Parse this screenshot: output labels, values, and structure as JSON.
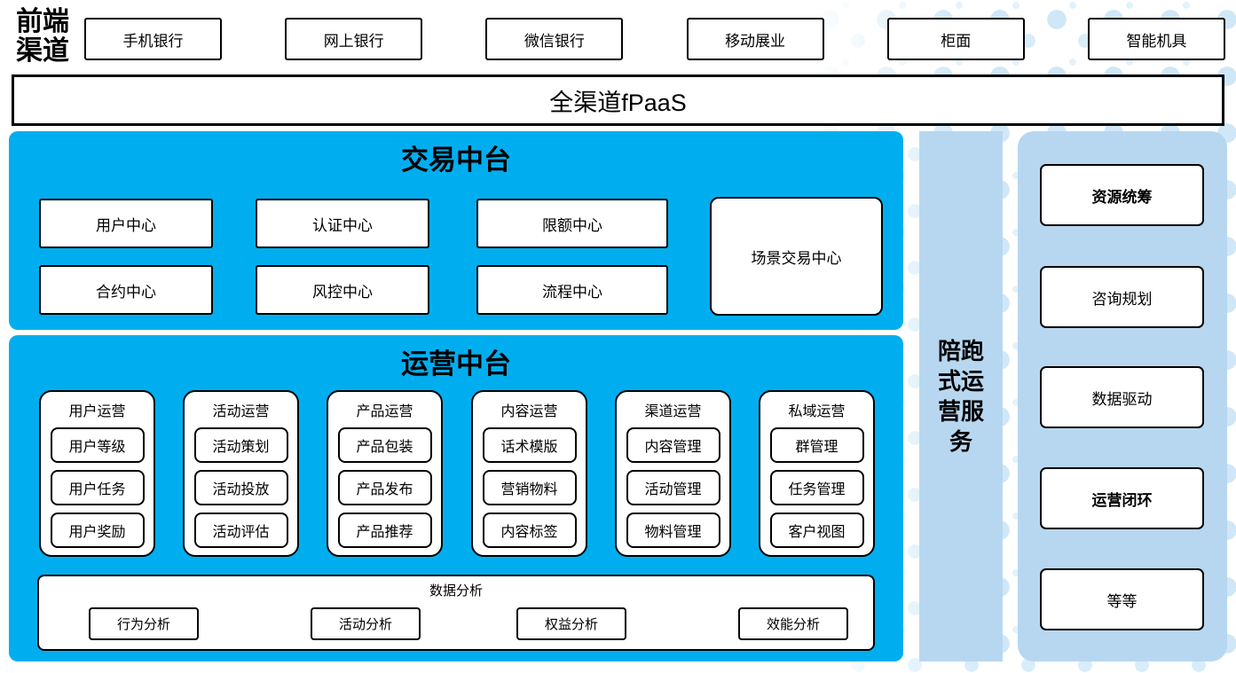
{
  "colors": {
    "platform_blue": "#00AEEF",
    "service_light_blue": "#B7D7F0",
    "dot_pattern": "#CFE7F7",
    "box_border": "#000000"
  },
  "front_channels": {
    "label": "前端渠道",
    "items": [
      "手机银行",
      "网上银行",
      "微信银行",
      "移动展业",
      "柜面",
      "智能机具"
    ]
  },
  "fpaas": {
    "label": "全渠道fPaaS"
  },
  "trade_platform": {
    "title": "交易中台",
    "centers": [
      "用户中心",
      "认证中心",
      "限额中心",
      "合约中心",
      "风控中心",
      "流程中心"
    ],
    "scene_center": "场景交易中心"
  },
  "operation_platform": {
    "title": "运营中台",
    "columns": [
      {
        "title": "用户运营",
        "items": [
          "用户等级",
          "用户任务",
          "用户奖励"
        ]
      },
      {
        "title": "活动运营",
        "items": [
          "活动策划",
          "活动投放",
          "活动评估"
        ]
      },
      {
        "title": "产品运营",
        "items": [
          "产品包装",
          "产品发布",
          "产品推荐"
        ]
      },
      {
        "title": "内容运营",
        "items": [
          "话术模版",
          "营销物料",
          "内容标签"
        ]
      },
      {
        "title": "渠道运营",
        "items": [
          "内容管理",
          "活动管理",
          "物料管理"
        ]
      },
      {
        "title": "私域运营",
        "items": [
          "群管理",
          "任务管理",
          "客户视图"
        ]
      }
    ],
    "data_analysis": {
      "title": "数据分析",
      "items": [
        "行为分析",
        "活动分析",
        "权益分析",
        "效能分析"
      ]
    }
  },
  "side_service": {
    "label": "陪跑式运营服务"
  },
  "right_services": {
    "items": [
      "资源统筹",
      "咨询规划",
      "数据驱动",
      "运营闭环",
      "等等"
    ]
  }
}
